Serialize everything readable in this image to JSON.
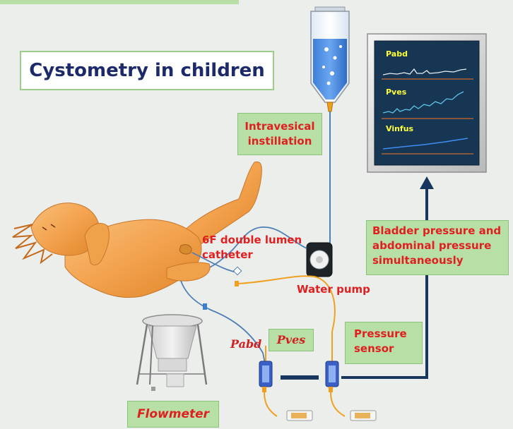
{
  "title": "Cystometry in children",
  "monitor": {
    "traces": [
      "Pabd",
      "Pves",
      "Vinfus"
    ]
  },
  "labels": {
    "instillation": "Intravesical\ninstillation",
    "catheter": "6F double lumen\ncatheter",
    "water_pump": "Water pump",
    "bladder_pressure": "Bladder pressure and\nabdominal pressure\nsimultaneously",
    "pressure_sensor": "Pressure\nsensor",
    "pabd": "Pabd",
    "pves": "Pves",
    "flowmeter": "Flowmeter"
  },
  "colors": {
    "background": "#eceeec",
    "label_green": "#b7dfa6",
    "label_red": "#e02020",
    "title_navy": "#1c2a6b",
    "monitor_screen": "#163653",
    "arrow_navy": "#17375e",
    "child_orange": "#f3a24e"
  }
}
